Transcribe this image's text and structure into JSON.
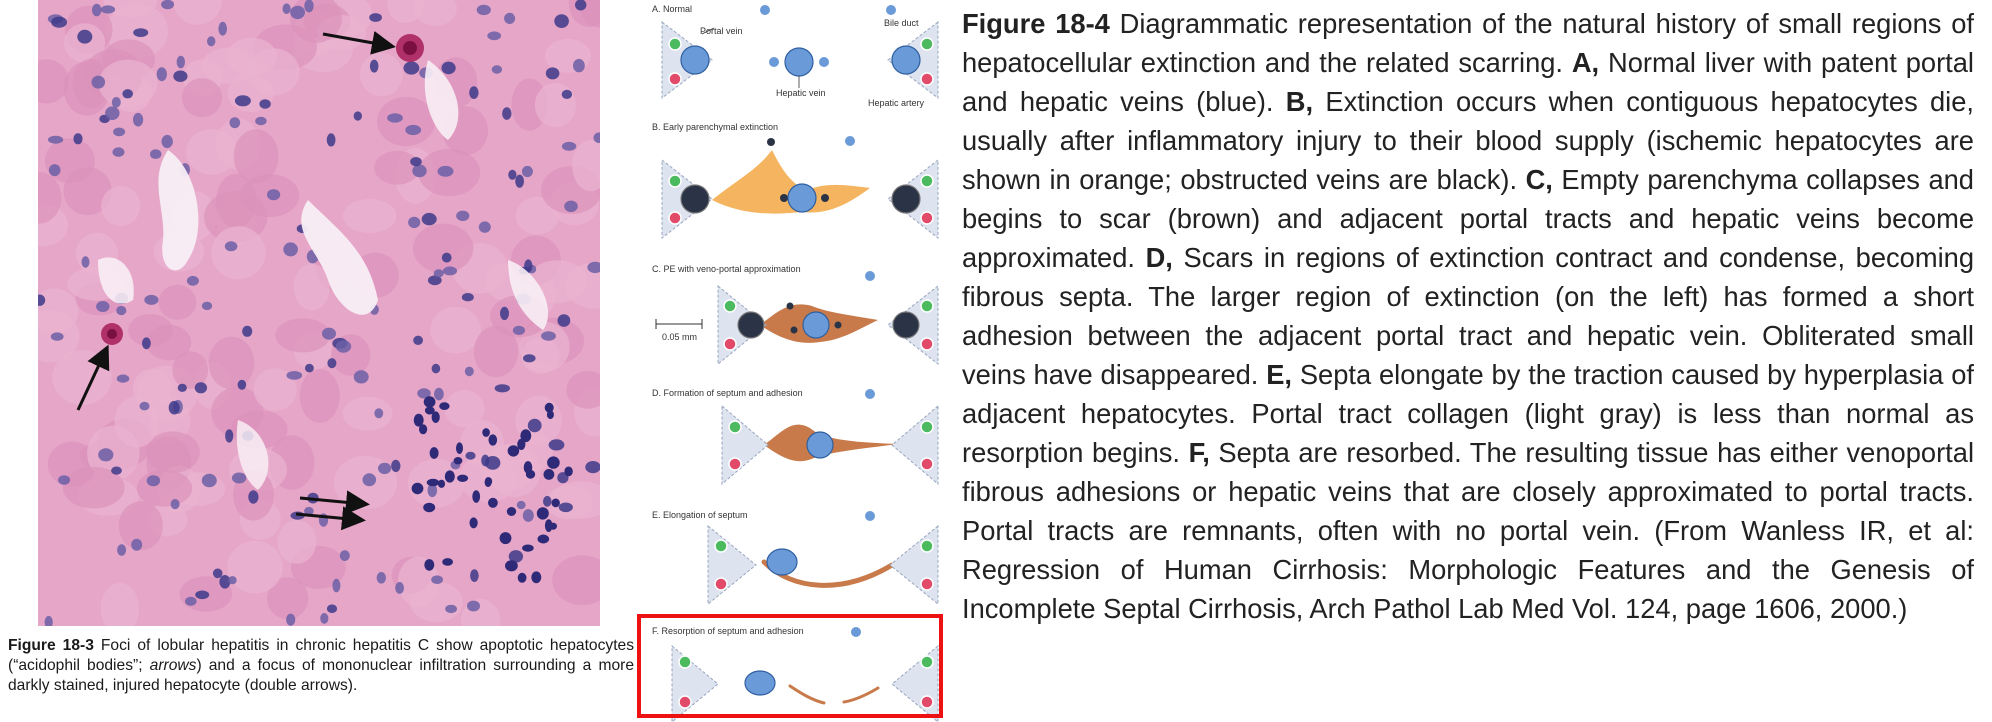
{
  "figure_18_3": {
    "label": "Figure 18-3",
    "caption_part1": " Foci of lobular hepatitis in chronic hepatitis C show apoptotic hepatocytes (“acidophil bodies”; ",
    "caption_italic": "arrows",
    "caption_part2": ") and a focus of mononuclear infiltration surrounding a more darkly stained, injured hepatocyte (double arrows)."
  },
  "diagram": {
    "panels": [
      {
        "label": "A. Normal"
      },
      {
        "label": "B. Early parenchymal extinction"
      },
      {
        "label": "C. PE with veno-portal approximation"
      },
      {
        "label": "D. Formation of septum and adhesion"
      },
      {
        "label": "E. Elongation of septum"
      },
      {
        "label": "F. Resorption of septum and adhesion"
      }
    ],
    "annotations": {
      "portal_vein": "Portal vein",
      "hepatic_vein": "Hepatic vein",
      "bile_duct": "Bile duct",
      "hepatic_artery": "Hepatic artery",
      "scale_bar": "0.05 mm"
    },
    "colors": {
      "vein_blue": "#6a9bd8",
      "obstructed_black": "#2b3347",
      "ischemic_orange": "#f5b560",
      "scar_brown": "#c87a4a",
      "bile_green": "#4cbb5f",
      "artery_red": "#e24a6a",
      "tract_gray": "#dde3ef"
    },
    "highlighted_panel": "F. Resorption of septum and adhesion"
  },
  "figure_18_4": {
    "label": "Figure 18-4",
    "s0": " Diagrammatic representation of the natural history of small regions of hepatocellular extinction and the related scarring. ",
    "a": "A,",
    "s1": " Normal liver with patent portal and hepatic veins (blue). ",
    "b": "B,",
    "s2": " Extinction occurs when contiguous hepatocytes die, usually after inflammatory injury to their blood supply (ischemic hepatocytes are shown in orange; obstructed veins are black). ",
    "c": "C,",
    "s3": " Empty parenchyma collapses and begins to scar (brown) and adjacent portal tracts and hepatic veins become approximated. ",
    "d": "D,",
    "s4": " Scars in regions of extinction contract and condense, becoming fibrous septa. The larger region of extinction (on the left) has formed a short adhesion between the adjacent portal tract and hepatic vein. Obliterated small veins have disappeared. ",
    "e": "E,",
    "s5": " Septa elongate by the traction caused by hyperplasia of adjacent hepatocytes. Portal tract collagen (light gray) is less than normal as resorption begins. ",
    "f": "F,",
    "s6": " Septa are resorbed. The resulting tissue has either venoportal fibrous adhesions or hepatic veins that are closely approximated to portal tracts. Portal tracts are remnants, often with no portal vein. (From Wanless IR, et al: Regression of Human Cirrhosis: Morphologic Features and the Genesis of Incomplete Septal Cirrhosis, Arch Pathol Lab Med Vol. 124, page 1606, 2000.)"
  }
}
